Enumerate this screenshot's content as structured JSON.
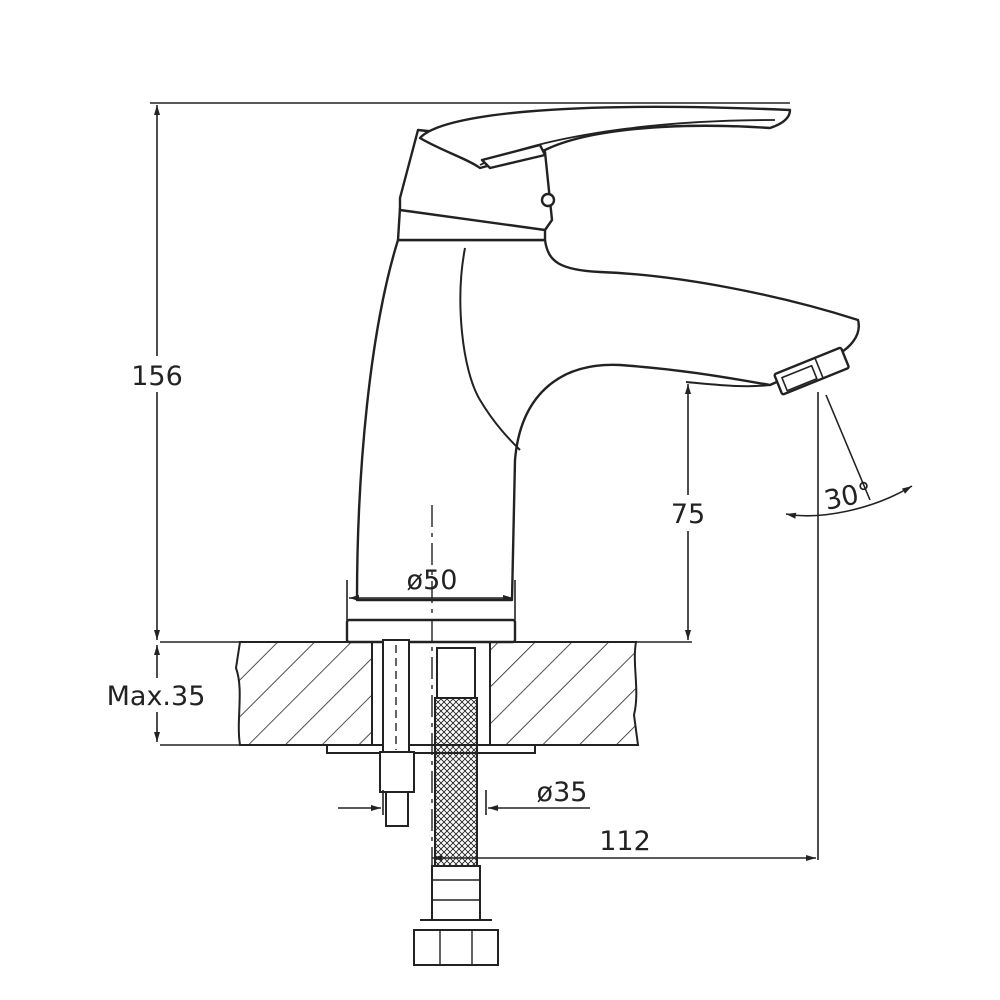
{
  "colors": {
    "line": "#222222",
    "background": "#ffffff"
  },
  "dimensions": {
    "height_total": "156",
    "spout_height": "75",
    "base_diameter": "ø50",
    "max_thickness": "Max.35",
    "hole_diameter": "ø35",
    "spout_reach": "112",
    "spout_angle": "30°"
  }
}
